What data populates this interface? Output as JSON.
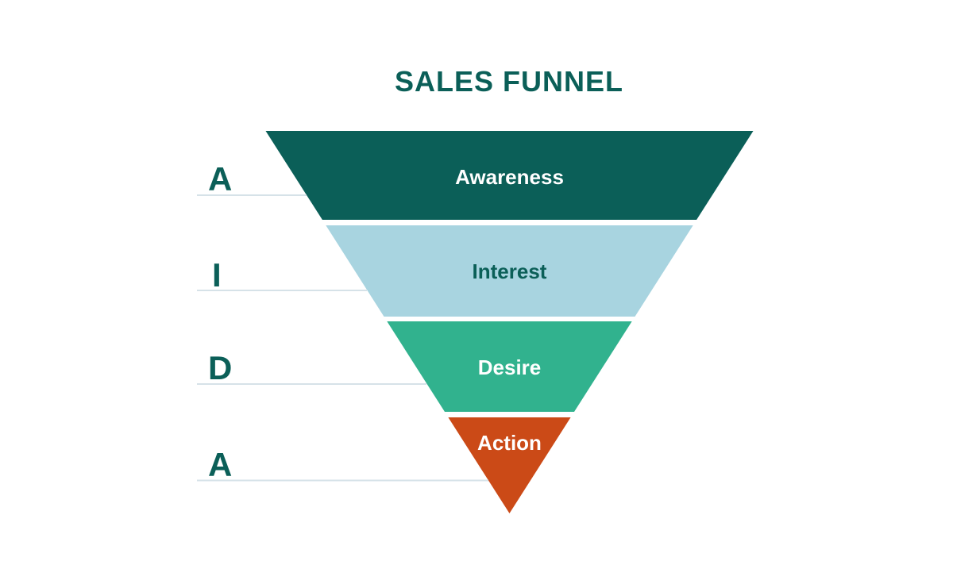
{
  "title": "SALES FUNNEL",
  "colors": {
    "title": "#0b5f58",
    "background": "#ffffff",
    "aida_letter": "#0b5f58",
    "aida_line": "#d6e2e8"
  },
  "funnel": {
    "segments": [
      {
        "label": "Awareness",
        "color": "#0b5f58",
        "text_color": "#ffffff"
      },
      {
        "label": "Interest",
        "color": "#a8d4e0",
        "text_color": "#0b5f58"
      },
      {
        "label": "Desire",
        "color": "#31b28e",
        "text_color": "#ffffff"
      },
      {
        "label": "Action",
        "color": "#cb4a17",
        "text_color": "#ffffff"
      }
    ]
  },
  "aida": {
    "letters": [
      "A",
      "I",
      "D",
      "A"
    ]
  }
}
